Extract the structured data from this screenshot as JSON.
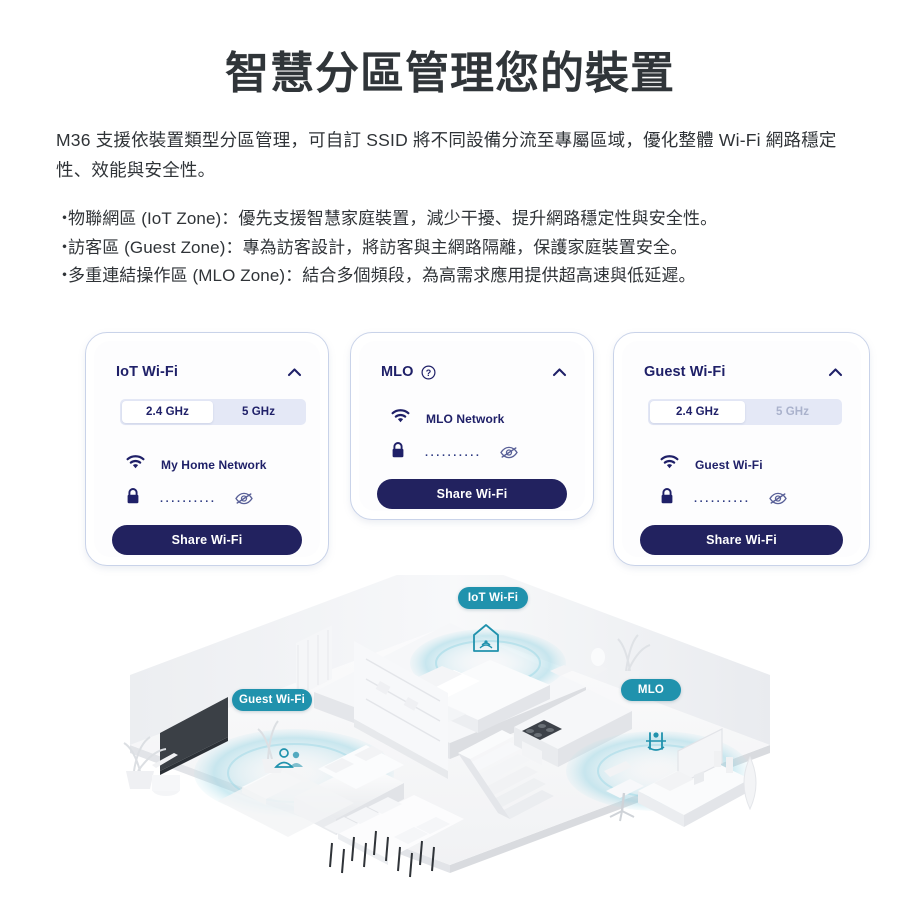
{
  "headline": "智慧分區管理您的裝置",
  "intro": "M36 支援依裝置類型分區管理，可自訂 SSID 將不同設備分流至專屬區域，優化整體 Wi-Fi 網路穩定性、效能與安全性。",
  "bullets": [
    "物聯網區 (IoT Zone)：優先支援智慧家庭裝置，減少干擾、提升網路穩定性與安全性。",
    "訪客區 (Guest Zone)：專為訪客設計，將訪客與主網路隔離，保護家庭裝置安全。",
    "多重連結操作區 (MLO Zone)：結合多個頻段，為高需求應用提供超高速與低延遲。"
  ],
  "bullet_marker": "・",
  "cards": [
    {
      "id": "iot",
      "title": "IoT Wi-Fi",
      "has_help_icon": false,
      "collapse_icon": "chevron-up-icon",
      "bands": [
        {
          "label": "2.4 GHz",
          "state": "active"
        },
        {
          "label": "5 GHz",
          "state": "inactive"
        }
      ],
      "ssid": "My Home Network",
      "password_mask": "..........",
      "password_visibility_icon": "eye-off-icon",
      "share_label": "Share Wi-Fi"
    },
    {
      "id": "mlo",
      "title": "MLO",
      "has_help_icon": true,
      "help_icon": "question-circle-icon",
      "collapse_icon": "chevron-up-icon",
      "bands": [],
      "ssid": "MLO Network",
      "password_mask": "..........",
      "password_visibility_icon": "eye-off-icon",
      "share_label": "Share Wi-Fi"
    },
    {
      "id": "guest",
      "title": "Guest Wi-Fi",
      "has_help_icon": false,
      "collapse_icon": "chevron-up-icon",
      "bands": [
        {
          "label": "2.4 GHz",
          "state": "active"
        },
        {
          "label": "5 GHz",
          "state": "disabled"
        }
      ],
      "ssid": "Guest Wi-Fi",
      "password_mask": "..........",
      "password_visibility_icon": "eye-off-icon",
      "share_label": "Share Wi-Fi"
    }
  ],
  "illustration": {
    "description": "isometric-house-cutaway",
    "zones": [
      {
        "id": "iot",
        "label": "IoT Wi-Fi",
        "icon": "smart-home-icon",
        "room": "bedroom"
      },
      {
        "id": "guest",
        "label": "Guest Wi-Fi",
        "icon": "people-group-icon",
        "room": "living-room"
      },
      {
        "id": "mlo",
        "label": "MLO",
        "icon": "gaming-device-icon",
        "room": "office"
      }
    ]
  },
  "colors": {
    "navy": "#1f2068",
    "button_navy": "#22225f",
    "teal": "#2092ad",
    "card_border": "#c9d3e9",
    "toggle_track": "#e4e8f6",
    "heading": "#303539"
  }
}
